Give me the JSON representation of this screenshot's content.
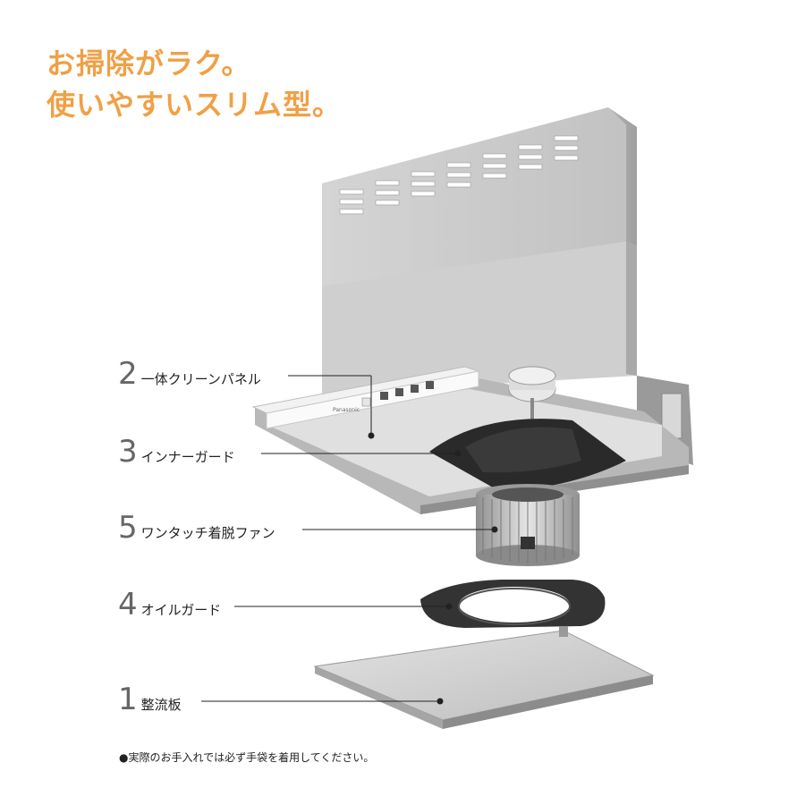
{
  "headline": {
    "line1": "お掃除がラク。",
    "line2": "使いやすいスリム型。"
  },
  "parts": [
    {
      "number": "2",
      "name": "一体クリーンパネル"
    },
    {
      "number": "3",
      "name": "インナーガード"
    },
    {
      "number": "5",
      "name": "ワンタッチ着脱ファン"
    },
    {
      "number": "4",
      "name": "オイルガード"
    },
    {
      "number": "1",
      "name": "整流板"
    }
  ],
  "panel_buttons": {
    "brand": "Panasonic"
  },
  "note": "●実際のお手入れでは必ず手袋を着用してください。",
  "colors": {
    "headline": "#f0a046",
    "steel": "#c9c9c9",
    "dark": "#2a2a2a"
  }
}
